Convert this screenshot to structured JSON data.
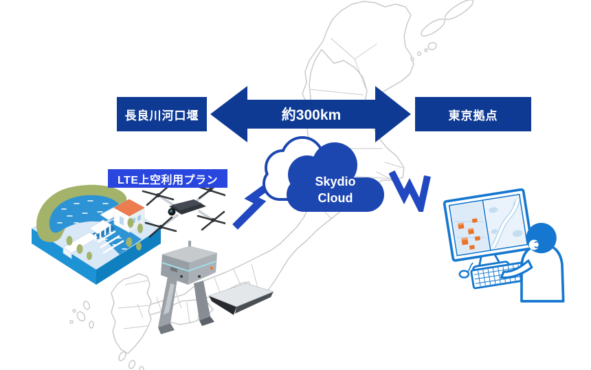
{
  "labels": {
    "left_site": "長良川河口堰",
    "right_site": "東京拠点",
    "distance": "約300km",
    "cloud_line1": "Skydio",
    "cloud_line2": "Cloud",
    "lte_plan": "LTE上空利用プラン"
  },
  "icons": [
    {
      "name": "japan-map-outline",
      "shape": "map-outline"
    },
    {
      "name": "distance-arrow",
      "shape": "double-headed-arrow"
    },
    {
      "name": "skydio-cloud-icon",
      "shape": "cloud"
    },
    {
      "name": "lightning-bolt-left-icon",
      "shape": "lightning-zigzag"
    },
    {
      "name": "lightning-bolt-right-icon",
      "shape": "lightning-zigzag"
    },
    {
      "name": "estuary-dam-illustration",
      "shape": "isometric-dam-diorama"
    },
    {
      "name": "drone-illustration",
      "shape": "quadcopter"
    },
    {
      "name": "dock-illustration",
      "shape": "drone-dock"
    },
    {
      "name": "landing-pad-illustration",
      "shape": "landing-pad"
    },
    {
      "name": "operator-illustration",
      "shape": "person-at-computer"
    }
  ],
  "colors": {
    "navy": "#0e3a94",
    "cloud_blue": "#1d47b0",
    "lte_blue": "#2946df",
    "bolt_blue": "#2148c0",
    "outline_blue": "#1577cf",
    "map_gray": "#c9c9c9",
    "water_blue": "#2d93d4",
    "platform_side_blue": "#1287cc",
    "hill_green": "#a3b369",
    "roof_orange": "#ed7c4e",
    "accent_orange": "#e8742a",
    "dock_gray": "#9aa0a6",
    "text_white": "#ffffff"
  }
}
